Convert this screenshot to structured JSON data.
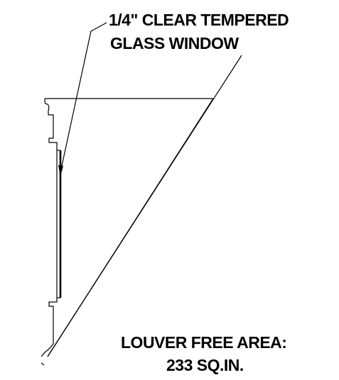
{
  "drawing": {
    "callouts": {
      "glass_window_line1": "1/4\" CLEAR TEMPERED",
      "glass_window_line2": "GLASS WINDOW",
      "free_area_line1": "LOUVER FREE AREA:",
      "free_area_line2": "233 SQ.IN."
    },
    "line_color": "#000000",
    "background": "#ffffff"
  }
}
